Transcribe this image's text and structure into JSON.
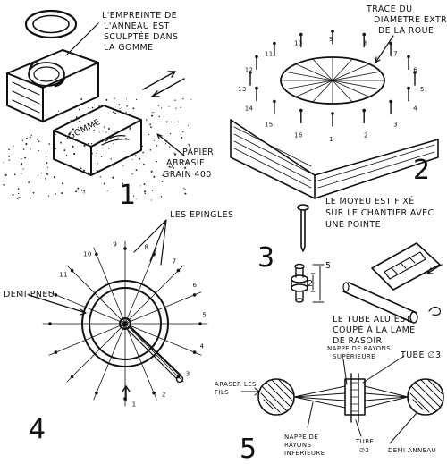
{
  "panels": {
    "p1": {
      "number": "1",
      "label_ring_imprint": [
        "L'EMPREINTE DE",
        "L'ANNEAU EST",
        "SCULPTÉE DANS",
        "LA GOMME"
      ],
      "eraser_word": "GOMME",
      "label_sandpaper": [
        "PAPIER",
        "ABRASIF",
        "GRAIN 400"
      ]
    },
    "p2": {
      "number": "2",
      "label_diameter": [
        "TRACÉ DU",
        "DIAMETRE EXTR",
        "DE LA ROUE"
      ],
      "pin_numbers": [
        "1",
        "2",
        "3",
        "4",
        "5",
        "6",
        "7",
        "8",
        "9",
        "10",
        "11",
        "12",
        "13",
        "14",
        "15",
        "16"
      ],
      "label_hub": [
        "LE MOYEU EST FIXÉ",
        "SUR LE CHANTIER AVEC",
        "UNE POINTE"
      ]
    },
    "p3": {
      "number": "3",
      "dim_outer": "5",
      "dim_inner": "2",
      "label_tube": [
        "LE TUBE ALU EST",
        "COUPÉ À LA LAME",
        "DE RASOIR"
      ]
    },
    "p4": {
      "number": "4",
      "label_pins": "LES EPINGLES",
      "label_half_tire": "DEMI-PNEU",
      "spoke_numbers": [
        "1",
        "2",
        "3",
        "4",
        "5",
        "6",
        "7",
        "8",
        "9",
        "10",
        "11"
      ]
    },
    "p5": {
      "number": "5",
      "label_upper_spokes": [
        "NAPPE DE RAYONS",
        "SUPÉRIEURE"
      ],
      "label_tube3": "TUBE ∅3",
      "label_trim": [
        "ARASER LES",
        "FILS"
      ],
      "label_lower_spokes": [
        "NAPPE DE",
        "RAYONS",
        "INFÉRIEURE"
      ],
      "label_tube2": [
        "TUBE",
        "∅2"
      ],
      "label_half_ring": "DEMI ANNEAU"
    }
  }
}
